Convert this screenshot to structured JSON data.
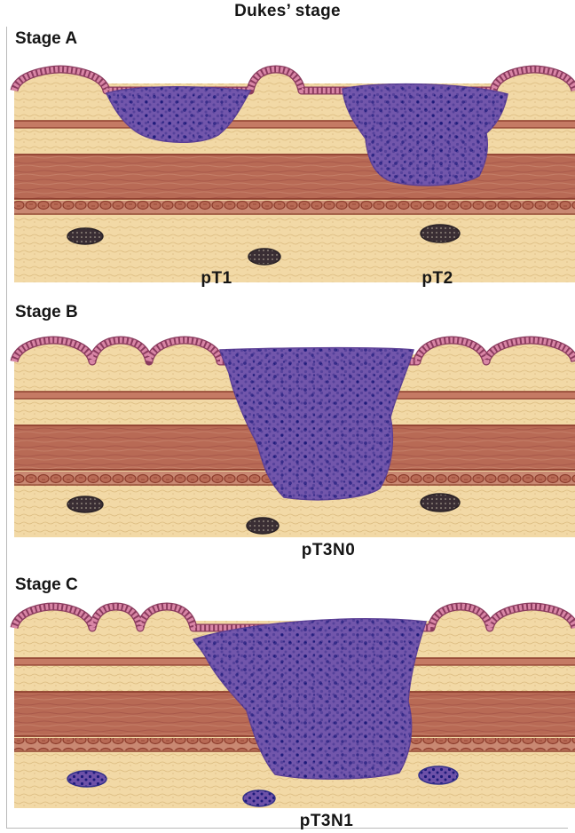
{
  "figure": {
    "title": "Dukes’ stage",
    "panels": [
      {
        "stage_label": "Stage A",
        "subtypes": [
          "pT1",
          "pT2"
        ],
        "node_involvement": false
      },
      {
        "stage_label": "Stage B",
        "subtypes": [
          "pT3N0"
        ],
        "node_involvement": false
      },
      {
        "stage_label": "Stage C",
        "subtypes": [
          "pT3N1"
        ],
        "node_involvement": true
      }
    ]
  },
  "colors": {
    "mucosa_surface": "#d986a6",
    "submucosa": "#f2d9a6",
    "muscle_band": "#b86a55",
    "muscle_line": "#8c3c2c",
    "muscle_cells": "#9a4a38",
    "tumor": "#7558ad",
    "tumor_dots": "#1c1a7a",
    "node_normal": "#3a2e34",
    "node_invaded": "#33308a"
  }
}
